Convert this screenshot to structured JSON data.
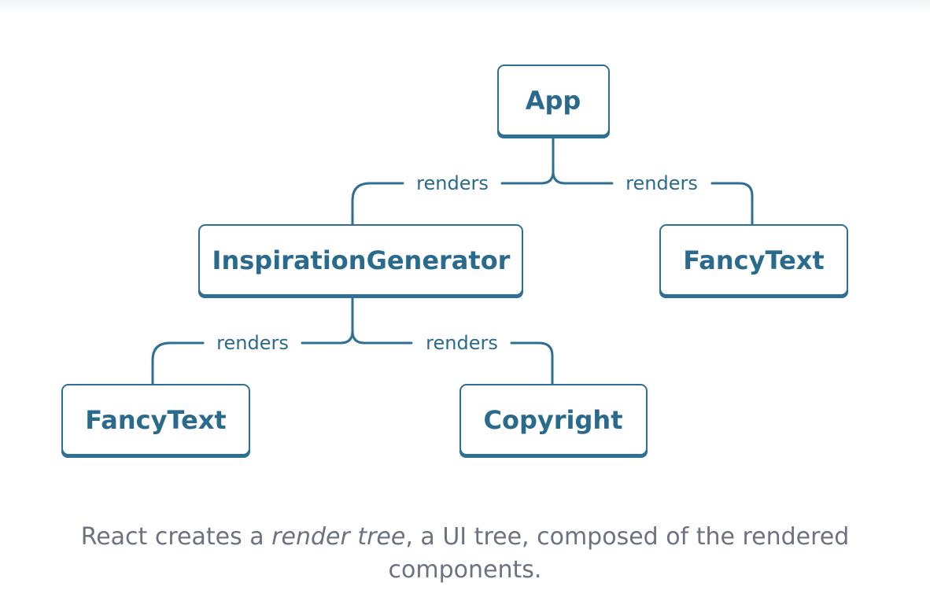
{
  "diagram": {
    "nodes": {
      "app": "App",
      "inspiration_generator": "InspirationGenerator",
      "fancy_text_right": "FancyText",
      "fancy_text_left": "FancyText",
      "copyright": "Copyright"
    },
    "edges": {
      "app_to_inspiration": "renders",
      "app_to_fancytext": "renders",
      "inspiration_to_fancytext": "renders",
      "inspiration_to_copyright": "renders"
    }
  },
  "caption": {
    "before": "React creates a ",
    "emphasis": "render tree",
    "after": ", a UI tree, composed of the rendered components."
  }
}
